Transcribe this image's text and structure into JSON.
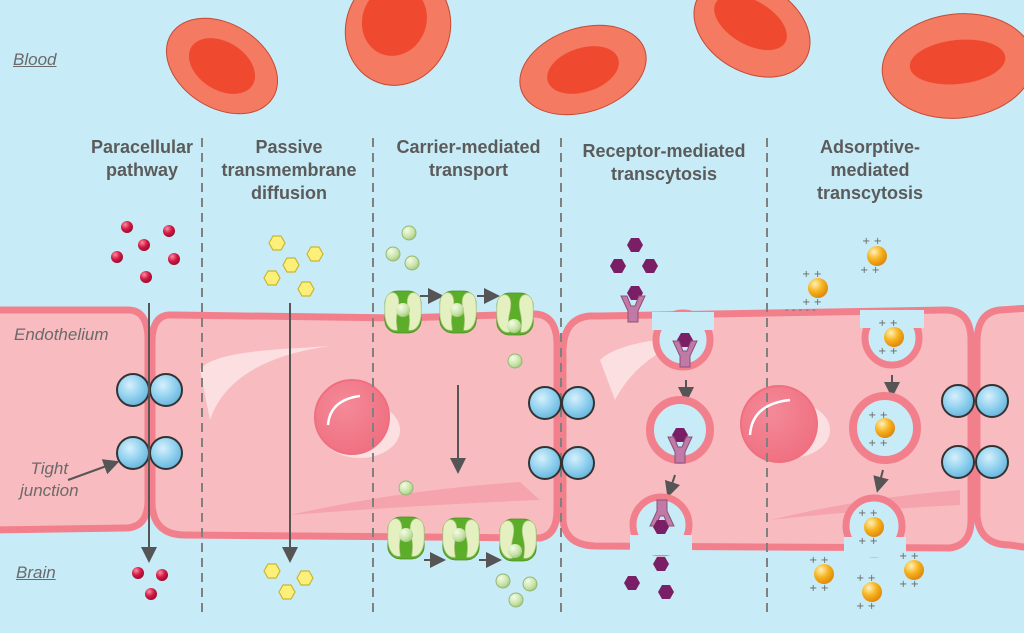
{
  "labels": {
    "blood": "Blood",
    "brain": "Brain",
    "endothelium": "Endothelium",
    "tight_junction": "Tight\njunction"
  },
  "pathways": [
    {
      "id": "paracellular",
      "title": "Paracellular\npathway"
    },
    {
      "id": "passive",
      "title": "Passive\ntransmembrane\ndiffusion"
    },
    {
      "id": "carrier",
      "title": "Carrier-mediated\ntransport"
    },
    {
      "id": "receptor",
      "title": "Receptor-mediated\ntranscytosis"
    },
    {
      "id": "adsorptive",
      "title": "Adsorptive-\nmediated\ntranscytosis"
    }
  ],
  "legend_semantics": {
    "red_blood_cell": "red-blood-cell",
    "small_molecule": "red-sphere",
    "lipophilic_molecule": "yellow-hexagon",
    "nutrient": "green-sphere",
    "transporter": "green-carrier-protein",
    "ligand": "purple-hexagon",
    "receptor": "purple-receptor",
    "cationic_molecule": "orange-charged-sphere",
    "tight_junction_protein": "blue-sphere"
  },
  "colors": {
    "background": "#c8ecf7",
    "cell_body": "#f8bcc0",
    "cell_membrane": "#f2808c",
    "rbc_outer": "#f47a62",
    "rbc_inner": "#ef4a30",
    "text": "#5b5b5b"
  }
}
